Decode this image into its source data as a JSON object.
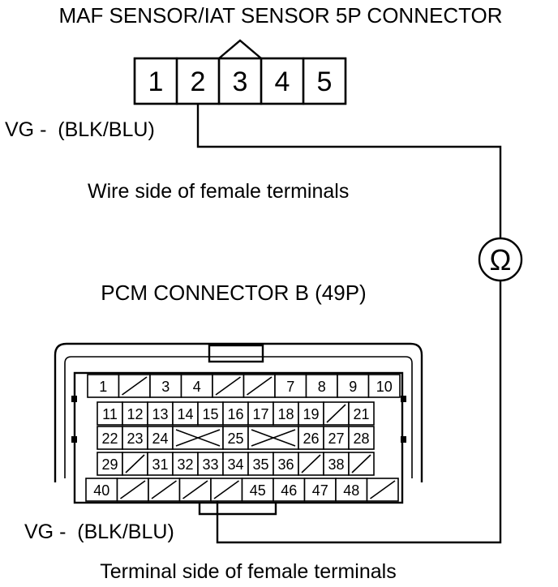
{
  "maf_connector": {
    "title": "MAF SENSOR/IAT SENSOR 5P CONNECTOR",
    "terminals": [
      "1",
      "2",
      "3",
      "4",
      "5"
    ],
    "wire_label": "VG -  (BLK/BLU)",
    "view_label": "Wire side of female terminals"
  },
  "meter": {
    "symbol": "Ω",
    "icon": "ohmmeter-icon"
  },
  "pcm_connector": {
    "title": "PCM CONNECTOR B (49P)",
    "wire_label": "VG -  (BLK/BLU)",
    "view_label": "Terminal side of female terminals",
    "rows": [
      [
        "1",
        "/",
        "3",
        "4",
        "/",
        "/",
        "7",
        "8",
        "9",
        "10"
      ],
      [
        "11",
        "12",
        "13",
        "14",
        "15",
        "16",
        "17",
        "18",
        "19",
        "/",
        "21"
      ],
      [
        "22",
        "23",
        "24",
        "X",
        "25",
        "X",
        "26",
        "27",
        "28"
      ],
      [
        "29",
        "/",
        "31",
        "32",
        "33",
        "34",
        "35",
        "36",
        "/",
        "38",
        "/"
      ],
      [
        "40",
        "/",
        "/",
        "/",
        "/",
        "45",
        "46",
        "47",
        "48",
        "/"
      ]
    ]
  }
}
